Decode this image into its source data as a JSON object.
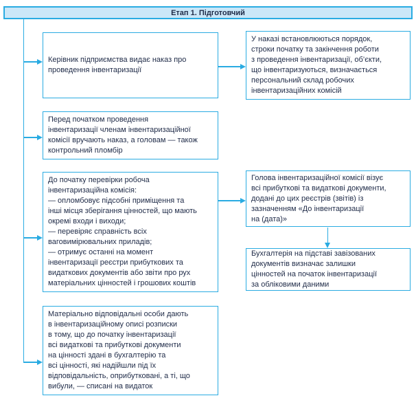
{
  "colors": {
    "accent": "#29ABE2",
    "header_fill": "#CBE7F8",
    "text": "#1E2A47"
  },
  "header": {
    "title": "Етап 1. Підготовчий"
  },
  "boxes": {
    "director_order": {
      "text": "Керівник підприємства видає наказ про\nпроведення інвентаризації"
    },
    "order_contents": {
      "text": "У наказі встановлюються порядок,\nстроки початку та закінчення роботи\nз проведення інвентаризації, об’єкти,\nщо інвентаризуються, визначається\nперсональний склад робочих\nінвентаризаційних комісій"
    },
    "handover_order": {
      "text": "Перед початком проведення\nінвентаризації членам інвентаризаційної\nкомісії вручають наказ, а головам — також\nконтрольний пломбір"
    },
    "commission_actions": {
      "text": "До початку перевірки робоча\nінвентаризаційна комісія:\n— опломбовує підсобні приміщення та\nінші місця зберігання цінностей, що мають\nокремі входи і виходи;\n— перевіряє справність всіх\nваговимірювальних приладів;\n— отримує останні на момент\nінвентаризації реєстри прибуткових та\nвидаткових документів або звіти про рух\nматеріальних цінностей і грошових коштів"
    },
    "head_endorses": {
      "text": "Голова інвентаризаційної комісії візує\nвсі прибуткові та видаткові документи,\nдодані до цих реєстрів (звітів) із\nзазначенням «До інвентаризації\nна (дата)»"
    },
    "accounting_balances": {
      "text": "Бухгалтерія на підставі завізованих\nдокументів визначає залишки\nцінностей на початок інвентаризації\nза обліковими даними"
    },
    "responsible_persons": {
      "text": "Матеріально відповідальні особи дають\nв інвентаризаційному описі розписки\nв тому, що до початку інвентаризації\nвсі видаткові та прибуткові документи\nна цінності здані в бухгалтерію та\nвсі цінності, які надійшли під їх\nвідповідальність, оприбутковані, а ті, що\nвибули, — списані на видаток"
    }
  }
}
